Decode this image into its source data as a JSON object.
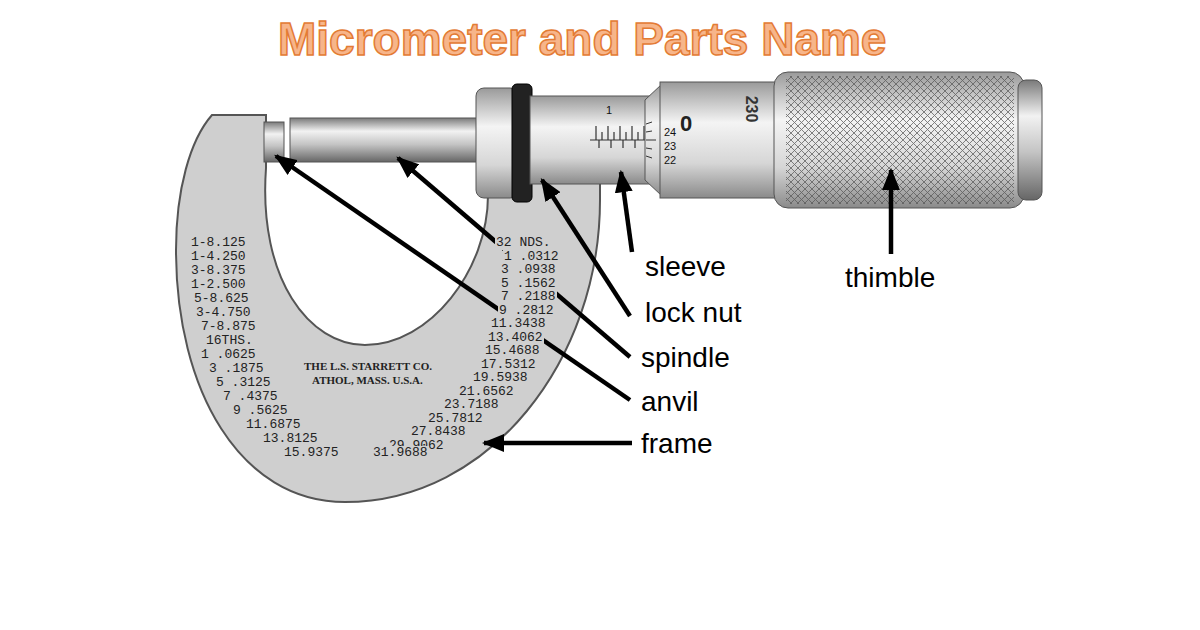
{
  "diagram": {
    "title": "Micrometer and Parts Name",
    "labels": [
      "sleeve",
      "lock nut",
      "spindle",
      "anvil",
      "frame",
      "thimble",
      "1",
      "0",
      "24",
      "23",
      "22",
      "230",
      "1-8.125",
      "1-4.250",
      "3-8.375",
      "1-2.500",
      "5-8.625",
      "3-4.750",
      "7-8.875",
      "16THS.",
      "1 .0625",
      "3 .1875",
      "5 .3125",
      "7 .4375",
      "9 .5625",
      "11.6875",
      "13.8125",
      "15.9375",
      "32 NDS.",
      "1 .0312",
      "3 .0938",
      "5 .1562",
      "7 .2188",
      "9 .2812",
      "11.3438",
      "13.4062",
      "15.4688",
      "17.5312",
      "19.5938",
      "21.6562",
      "23.7188",
      "25.7812",
      "27.8438",
      "29.9062",
      "31.9688",
      "THE L.S. STARRETT CO.",
      "ATHOL, MASS. U.S.A."
    ]
  }
}
